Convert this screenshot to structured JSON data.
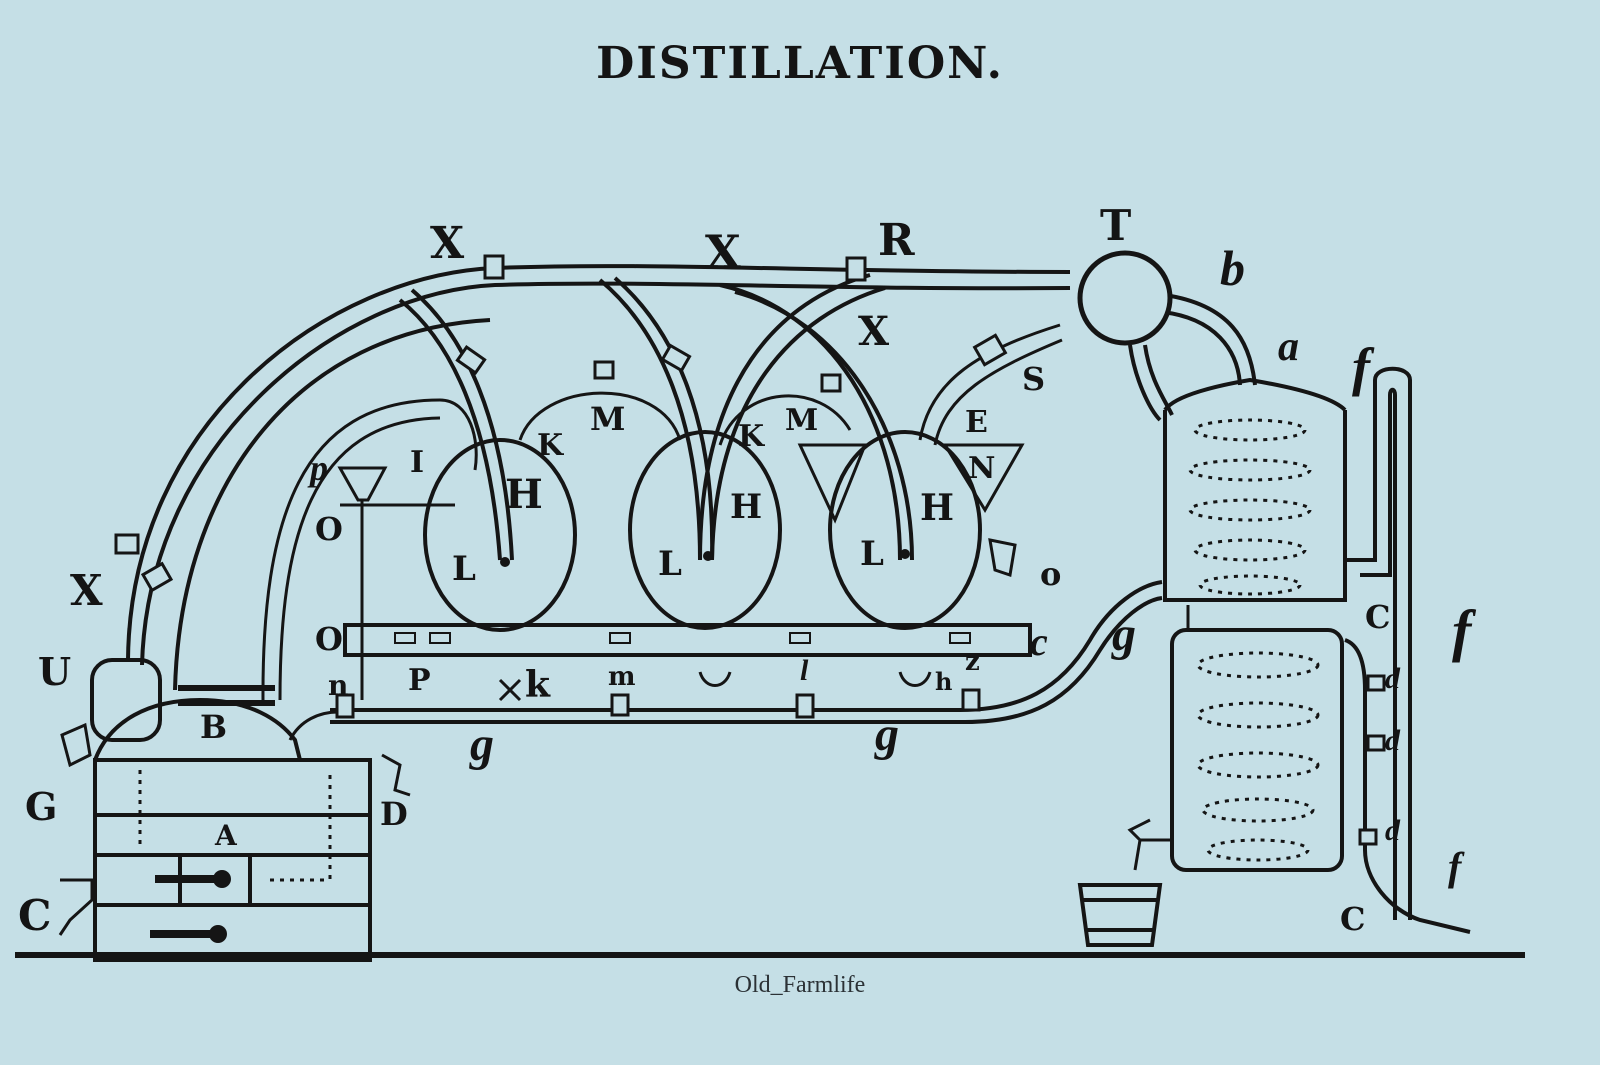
{
  "title": "DISTILLATION.",
  "credit": "Old_Farmlife",
  "labels": {
    "X1": "X",
    "X2": "X",
    "X3": "X",
    "X4": "X",
    "R": "R",
    "T": "T",
    "b": "b",
    "a": "a",
    "f1": "f",
    "f2": "f",
    "f3": "f",
    "S": "S",
    "E": "E",
    "N": "N",
    "K1": "K",
    "M1": "M",
    "K2": "K",
    "M2": "M",
    "I": "I",
    "p": "p",
    "H1": "H",
    "H2": "H",
    "H3": "H",
    "L1": "L",
    "L2": "L",
    "L3": "L",
    "O1": "O",
    "O2": "O",
    "o": "o",
    "U": "U",
    "B": "B",
    "G": "G",
    "A": "A",
    "D": "D",
    "C1": "C",
    "n": "n",
    "P": "P",
    "k": "k",
    "m": "m",
    "l": "l",
    "z": "z",
    "h": "h",
    "g1": "g",
    "g2": "g",
    "g3": "g",
    "c1": "c",
    "C2": "C",
    "C3": "C",
    "d1": "d",
    "d2": "d",
    "d3": "d"
  }
}
